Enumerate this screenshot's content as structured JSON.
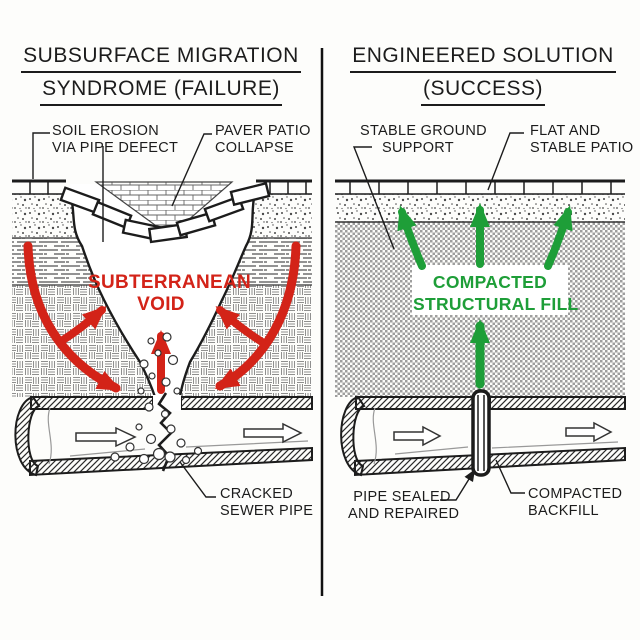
{
  "colors": {
    "arrow_red": "#d32318",
    "arrow_green": "#1e9e38",
    "linework": "#1c1c1c",
    "background": "#fdfdfb"
  },
  "left_panel": {
    "title_line1": "SUBSURFACE MIGRATION",
    "title_line2": "SYNDROME (FAILURE)",
    "labels": {
      "soil_erosion": {
        "line1": "SOIL EROSION",
        "line2": "VIA PIPE DEFECT"
      },
      "paver_collapse": {
        "line1": "PAVER PATIO",
        "line2": "COLLAPSE"
      },
      "void": {
        "line1": "SUBTERRANEAN",
        "line2": "VOID"
      },
      "cracked_pipe": {
        "line1": "CRACKED",
        "line2": "SEWER PIPE"
      }
    }
  },
  "right_panel": {
    "title_line1": "ENGINEERED SOLUTION",
    "title_line2": "(SUCCESS)",
    "labels": {
      "stable_ground": {
        "line1": "STABLE GROUND",
        "line2": "SUPPORT"
      },
      "flat_patio": {
        "line1": "FLAT AND",
        "line2": "STABLE PATIO"
      },
      "structural_fill": {
        "line1": "COMPACTED",
        "line2": "STRUCTURAL FILL"
      },
      "pipe_sealed": {
        "line1": "PIPE SEALED",
        "line2": "AND REPAIRED"
      },
      "backfill": {
        "line1": "COMPACTED",
        "line2": "BACKFILL"
      }
    }
  }
}
